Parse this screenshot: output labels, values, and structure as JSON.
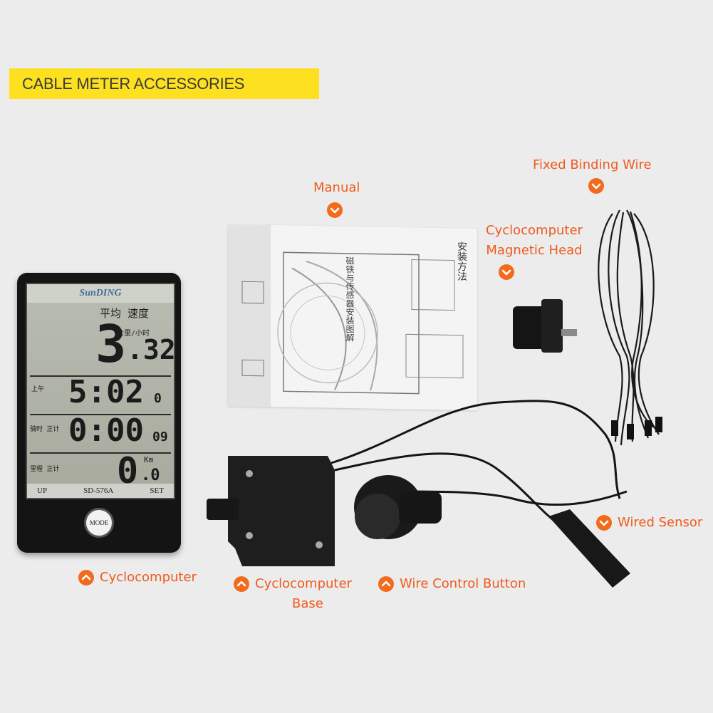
{
  "banner": {
    "title": "CABLE METER ACCESSORIES"
  },
  "labels": {
    "manual": "Manual",
    "fixed_binding_wire": "Fixed Binding Wire",
    "magnetic_head_line1": "Cyclocomputer",
    "magnetic_head_line2": "Magnetic Head",
    "wired_sensor": "Wired Sensor",
    "cyclocomputer": "Cyclocomputer",
    "base_line1": "Cyclocomputer",
    "base_line2": "Base",
    "wire_control_button": "Wire Control Button"
  },
  "device": {
    "brand": "SunDING",
    "avg_speed_label": "平均 速度",
    "unit_label": "公里/小时",
    "speed_main": "3",
    "speed_decimal": ".32",
    "row2_label": "上午",
    "row2_value": "5:02",
    "row2_small": "0",
    "row3_label": "骑时 正计",
    "row3_value": "0:00",
    "row3_small": "09",
    "row4_label": "里程 正计",
    "row4_unit": "Km",
    "row4_value": "0",
    "row4_decimal": ".0",
    "btn_up": "UP",
    "model": "SD-576A",
    "btn_set": "SET",
    "btn_mode": "MODE"
  },
  "manual_text": {
    "heading": "磁铁与传感器安装图解",
    "side_heading": "安装方法"
  },
  "colors": {
    "accent": "#f26b1d",
    "banner": "#fde020",
    "background": "#ececec"
  }
}
